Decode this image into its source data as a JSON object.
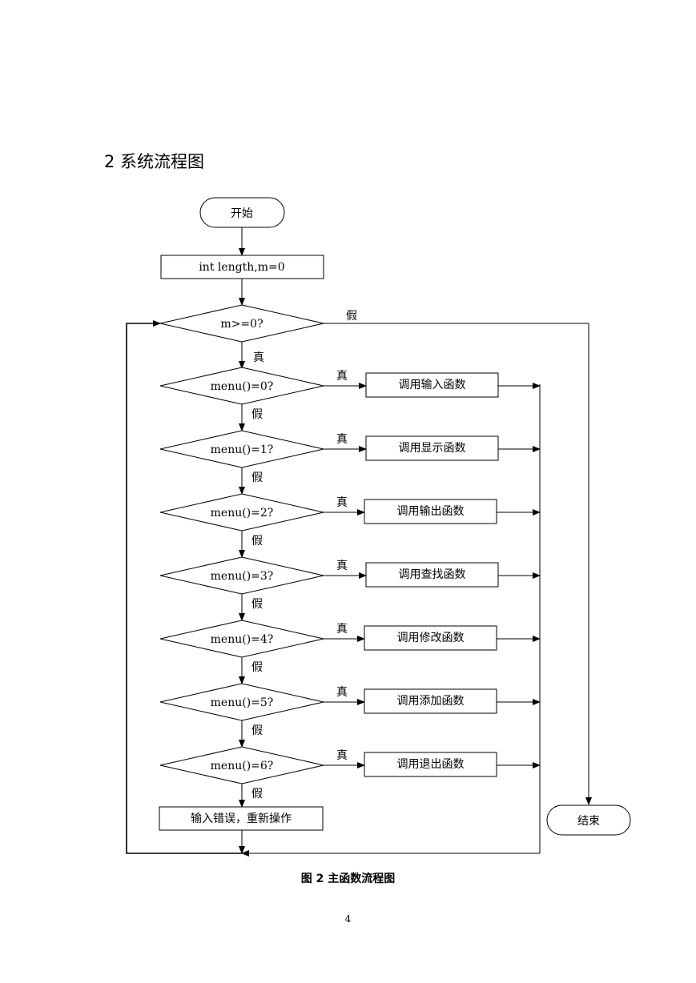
{
  "page": {
    "section_title": "2 系统流程图",
    "caption": "图 2  主函数流程图",
    "page_number": "4"
  },
  "flowchart": {
    "start": "开始",
    "init": "int length,m=0",
    "loop_condition": "m>=0?",
    "true_label": "真",
    "false_label": "假",
    "menu_checks": [
      {
        "condition": "menu()=0?",
        "action": "调用输入函数"
      },
      {
        "condition": "menu()=1?",
        "action": "调用显示函数"
      },
      {
        "condition": "menu()=2?",
        "action": "调用输出函数"
      },
      {
        "condition": "menu()=3?",
        "action": "调用查找函数"
      },
      {
        "condition": "menu()=4?",
        "action": "调用修改函数"
      },
      {
        "condition": "menu()=5?",
        "action": "调用添加函数"
      },
      {
        "condition": "menu()=6?",
        "action": "调用退出函数"
      }
    ],
    "error": "输入错误，重新操作",
    "end": "结束"
  }
}
